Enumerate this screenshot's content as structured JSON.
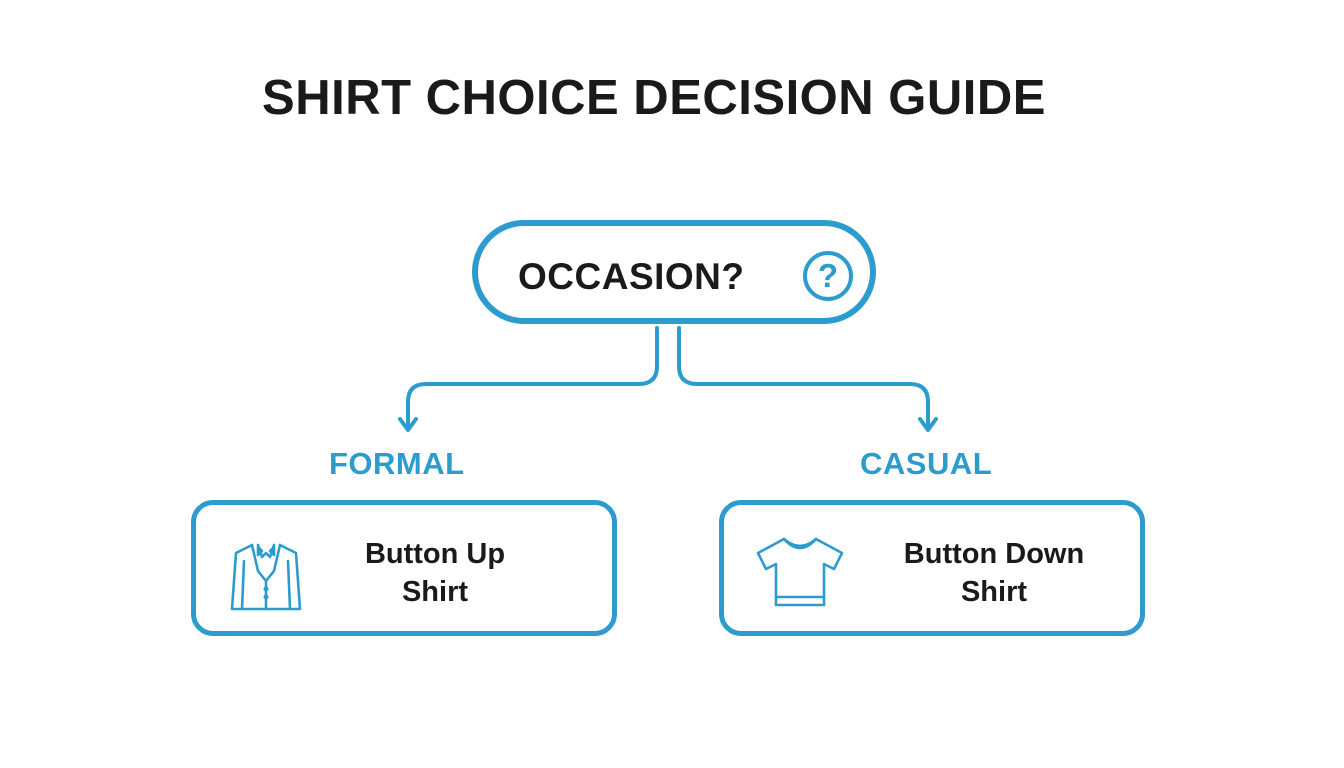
{
  "title": "SHIRT CHOICE DECISION GUIDE",
  "colors": {
    "accent": "#2b9ccd",
    "text": "#1a1a1a",
    "background": "#ffffff"
  },
  "question": {
    "label": "OCCASION?",
    "icon": "question-mark-icon",
    "icon_glyph": "?"
  },
  "branches": [
    {
      "label": "FORMAL",
      "option_line1": "Button Up",
      "option_line2": "Shirt",
      "icon": "tuxedo-icon"
    },
    {
      "label": "CASUAL",
      "option_line1": "Button Down",
      "option_line2": "Shirt",
      "icon": "t-shirt-icon"
    }
  ]
}
